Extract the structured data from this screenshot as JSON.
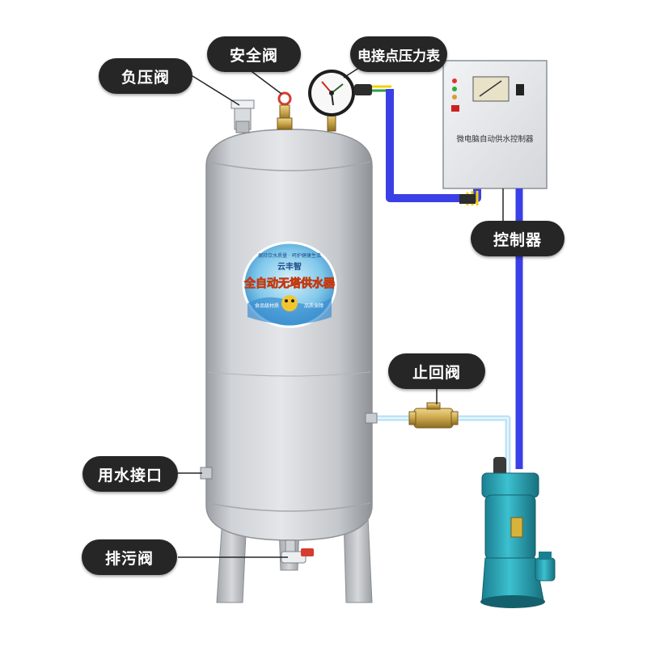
{
  "labels": {
    "negative_pressure_valve": "负压阀",
    "safety_valve": "安全阀",
    "pressure_gauge": "电接点压力表",
    "controller": "控制器",
    "check_valve": "止回阀",
    "water_outlet": "用水接口",
    "drain_valve": "排污阀"
  },
  "tank_badge": {
    "brand": "云丰智",
    "title": "全自动无塔供水器",
    "top_slogan": "保持饮水质量 · 呵护健康生活",
    "bottom_left": "食品级材质",
    "bottom_right": "品质保障"
  },
  "control_box": {
    "caption": "微电脑自动供水控制器"
  },
  "colors": {
    "tank": "#c9ccd0",
    "pipe_blue": "#3b3fe6",
    "pipe_light": "#bfe3f5",
    "pump": "#2aa7b8",
    "label_bg": "#262626",
    "brass": "#c9a64a"
  }
}
